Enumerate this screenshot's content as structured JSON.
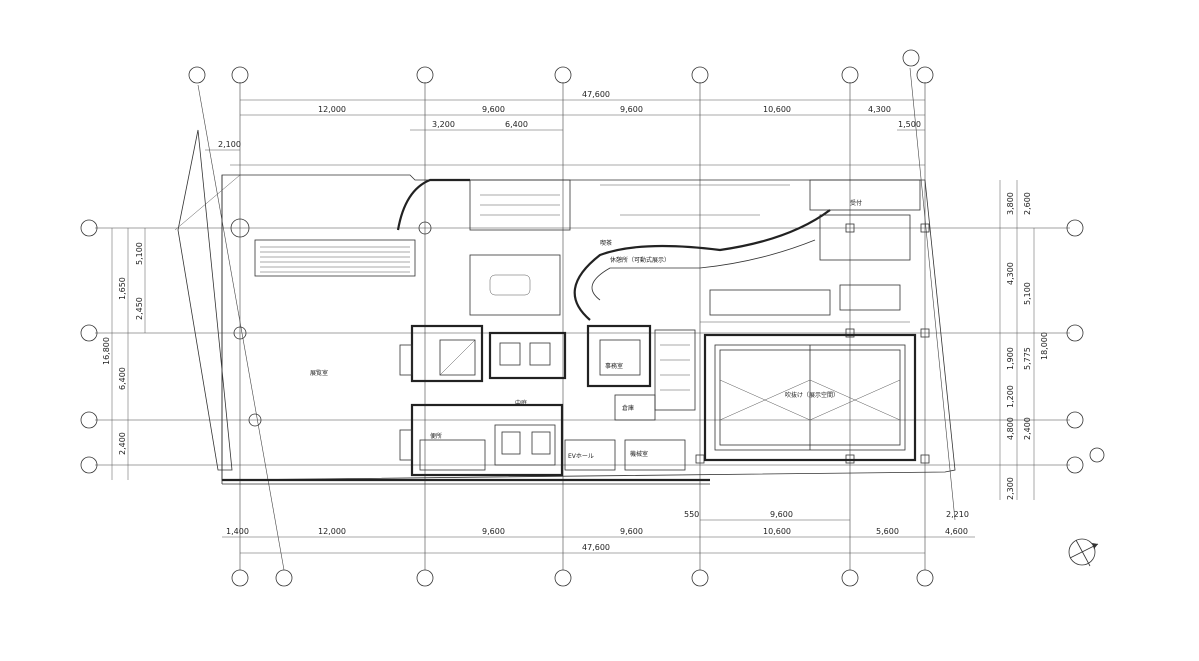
{
  "top_dims": {
    "total": "47,600",
    "seg1": "12,000",
    "seg2": "9,600",
    "seg3": "9,600",
    "seg4": "10,600",
    "seg5": "4,300",
    "sub1": "3,200",
    "sub2": "6,400",
    "small_left": "2,100",
    "small_right": "1,500"
  },
  "bottom_dims": {
    "total": "47,600",
    "seg1": "12,000",
    "seg2": "9,600",
    "seg3": "9,600",
    "seg4": "10,600",
    "seg5": "5,600",
    "left_edge": "1,400",
    "right_edge": "4,600",
    "inner": "9,600",
    "inner_left": "550",
    "inner_right": "2,210"
  },
  "left_dims": {
    "total": "16,800",
    "a": "1,650",
    "b": "5,100",
    "c": "2,450",
    "d": "6,400",
    "e": "2,400"
  },
  "right_dims": {
    "total": "18,000",
    "a": "3,800",
    "b": "2,600",
    "c": "4,300",
    "d": "5,100",
    "e": "1,900",
    "f": "1,200",
    "g": "5,775",
    "h": "4,800",
    "i": "2,400",
    "j": "2,300"
  },
  "room_labels": {
    "main_hall": "展覧室",
    "court": "中庭",
    "atrium": "吹抜け（展示空間）",
    "cafe": "喫茶",
    "office": "事務室",
    "storage": "倉庫",
    "wc": "便所",
    "elevator_hall": "EVホール",
    "machine": "機械室",
    "reception": "受付",
    "lounge": "休憩所（可動式展示）"
  },
  "colors": {
    "line": "#333333",
    "wall": "#222222",
    "background": "#ffffff"
  }
}
